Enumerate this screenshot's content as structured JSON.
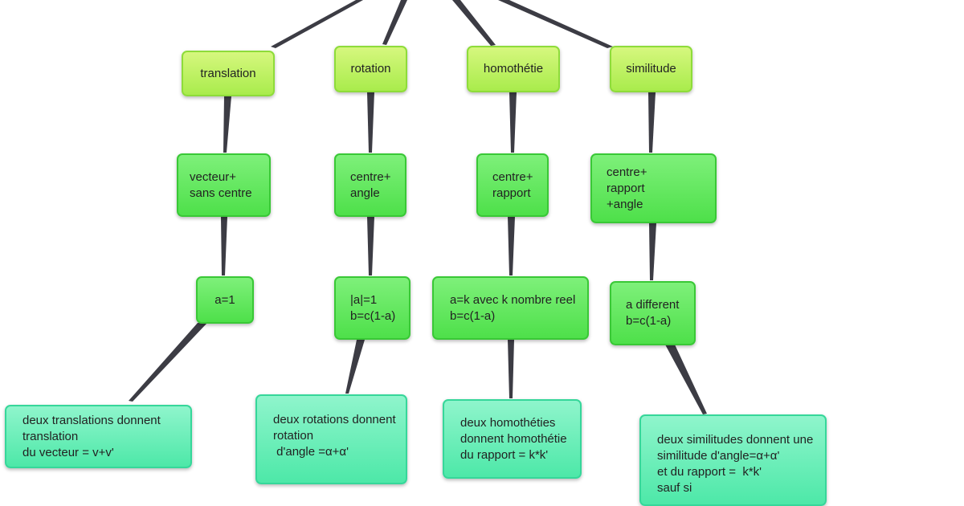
{
  "colors": {
    "connector": "#3c3c44",
    "level1": "#bff163",
    "level2": "#5ee55a",
    "level3": "#5ee55a",
    "level4": "#62edb5"
  },
  "columns": [
    {
      "title": "translation",
      "element": "vecteur+\nsans centre",
      "condition": "a=1",
      "composition": "deux translations donnent\ntranslation\ndu vecteur = v+v'"
    },
    {
      "title": "rotation",
      "element": "centre+\nangle",
      "condition": "|a|=1\nb=c(1-a)",
      "composition": "deux rotations donnent\nrotation\n d'angle =α+α'"
    },
    {
      "title": "homothétie",
      "element": "centre+\nrapport",
      "condition": "a=k avec k nombre reel\nb=c(1-a)",
      "composition": "deux homothéties\ndonnent homothétie\ndu rapport = k*k'"
    },
    {
      "title": "similitude",
      "element": "centre+\nrapport\n+angle",
      "condition": "a different\nb=c(1-a)",
      "composition": "deux similitudes donnent une\nsimilitude d'angle=α+α'\net du rapport =  k*k'\nsauf si"
    }
  ]
}
